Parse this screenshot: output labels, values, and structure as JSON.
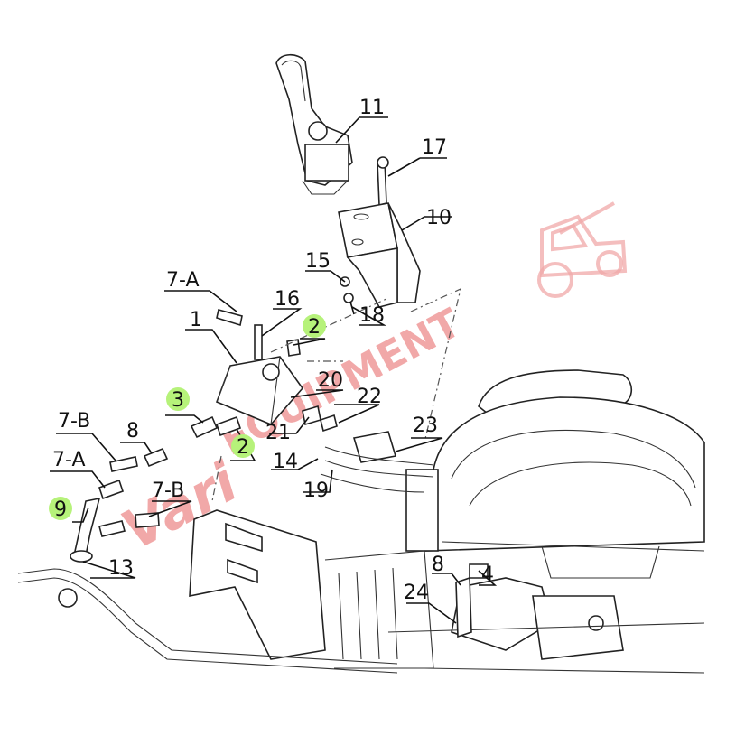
{
  "diagram": {
    "callouts": [
      {
        "id": "c11",
        "text": "11",
        "highlight": false
      },
      {
        "id": "c17",
        "text": "17",
        "highlight": false
      },
      {
        "id": "c10",
        "text": "10",
        "highlight": false
      },
      {
        "id": "c15",
        "text": "15",
        "highlight": false
      },
      {
        "id": "c18",
        "text": "18",
        "highlight": false
      },
      {
        "id": "c7a1",
        "text": "7-A",
        "highlight": false
      },
      {
        "id": "c16",
        "text": "16",
        "highlight": false
      },
      {
        "id": "c1",
        "text": "1",
        "highlight": false
      },
      {
        "id": "c2a",
        "text": "2",
        "highlight": true
      },
      {
        "id": "c20",
        "text": "20",
        "highlight": false
      },
      {
        "id": "c3",
        "text": "3",
        "highlight": true
      },
      {
        "id": "c22",
        "text": "22",
        "highlight": false
      },
      {
        "id": "c7b1",
        "text": "7-B",
        "highlight": false
      },
      {
        "id": "c8a",
        "text": "8",
        "highlight": false
      },
      {
        "id": "c21",
        "text": "21",
        "highlight": false
      },
      {
        "id": "c23",
        "text": "23",
        "highlight": false
      },
      {
        "id": "c2b",
        "text": "2",
        "highlight": true
      },
      {
        "id": "c14",
        "text": "14",
        "highlight": false
      },
      {
        "id": "c7a2",
        "text": "7-A",
        "highlight": false
      },
      {
        "id": "c19",
        "text": "19",
        "highlight": false
      },
      {
        "id": "c7b2",
        "text": "7-B",
        "highlight": false
      },
      {
        "id": "c9",
        "text": "9",
        "highlight": true
      },
      {
        "id": "c13",
        "text": "13",
        "highlight": false
      },
      {
        "id": "c8b",
        "text": "8",
        "highlight": false
      },
      {
        "id": "c4",
        "text": "4",
        "highlight": false
      },
      {
        "id": "c24",
        "text": "24",
        "highlight": false
      }
    ],
    "highlight_color": "#b6f27a"
  },
  "watermark": {
    "text": "EQUIPMENT",
    "script_text": "Vari",
    "color": "#ef9a9a"
  }
}
